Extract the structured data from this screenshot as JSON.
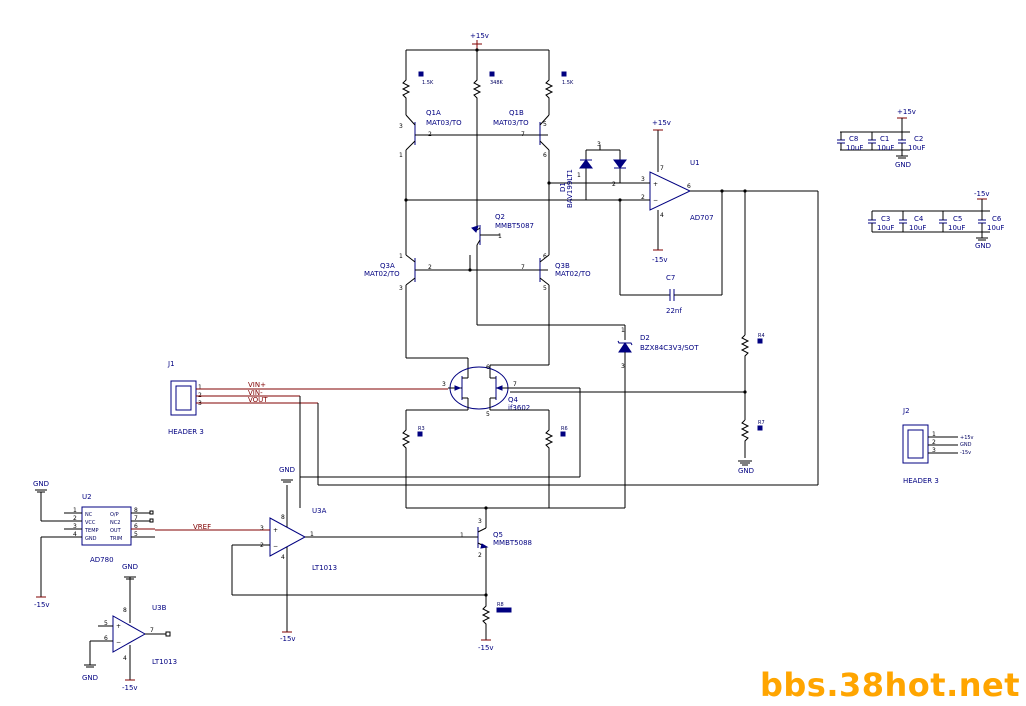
{
  "watermark": "bbs.38hot.net",
  "supplies": {
    "plus15": "+15v",
    "minus15": "-15v",
    "gnd": "GND"
  },
  "components": {
    "q1a": {
      "ref": "Q1A",
      "part": "MAT03/TO"
    },
    "q1b": {
      "ref": "Q1B",
      "part": "MAT03/TO"
    },
    "q2": {
      "ref": "Q2",
      "part": "MMBT5087"
    },
    "q3a": {
      "ref": "Q3A",
      "part": "MAT02/TO"
    },
    "q3b": {
      "ref": "Q3B",
      "part": "MAT02/TO"
    },
    "q4": {
      "ref": "Q4",
      "part": "if3602"
    },
    "q5": {
      "ref": "Q5",
      "part": "MMBT5088"
    },
    "u1": {
      "ref": "U1",
      "part": "AD707"
    },
    "u2": {
      "ref": "U2",
      "part": "AD780",
      "pins_left": [
        "NC",
        "VCC",
        "TEMP",
        "GND"
      ],
      "pins_right": [
        "O/P",
        "NC2",
        "OUT",
        "TRIM"
      ]
    },
    "u3a": {
      "ref": "U3A",
      "part": "LT1013"
    },
    "u3b": {
      "ref": "U3B",
      "part": "LT1013"
    },
    "d1": {
      "ref": "D1",
      "part": "BAV199LT1"
    },
    "d2": {
      "ref": "D2",
      "part": "BZX84C3V3/SOT"
    },
    "c7": {
      "ref": "C7",
      "value": "22nf"
    },
    "j1": {
      "ref": "J1",
      "part": "HEADER 3"
    },
    "j2": {
      "ref": "J2",
      "part": "HEADER 3"
    },
    "r_top": [
      "1.5K",
      "348K",
      "1.5K"
    ],
    "r_labels": {
      "r4": "R4",
      "r7": "R7",
      "r3": "R3",
      "r6": "R6",
      "r8": "R8"
    },
    "decoupling": [
      {
        "ref": "C8",
        "value": "10uF"
      },
      {
        "ref": "C1",
        "value": "10uF"
      },
      {
        "ref": "C2",
        "value": "10uF"
      },
      {
        "ref": "C3",
        "value": "10uF"
      },
      {
        "ref": "C4",
        "value": "10uF"
      },
      {
        "ref": "C5",
        "value": "10uF"
      },
      {
        "ref": "C6",
        "value": "10uF"
      }
    ]
  },
  "nets": {
    "vin_plus": "VIN+",
    "vin_minus": "VIN-",
    "vout": "VOUT",
    "vref": "VREF"
  },
  "j2_pins": [
    "+15v",
    "GND",
    "-15v"
  ],
  "colors": {
    "wire": "#000000",
    "signal": "#800000",
    "symbol": "#000080",
    "watermark": "#ffa500"
  }
}
